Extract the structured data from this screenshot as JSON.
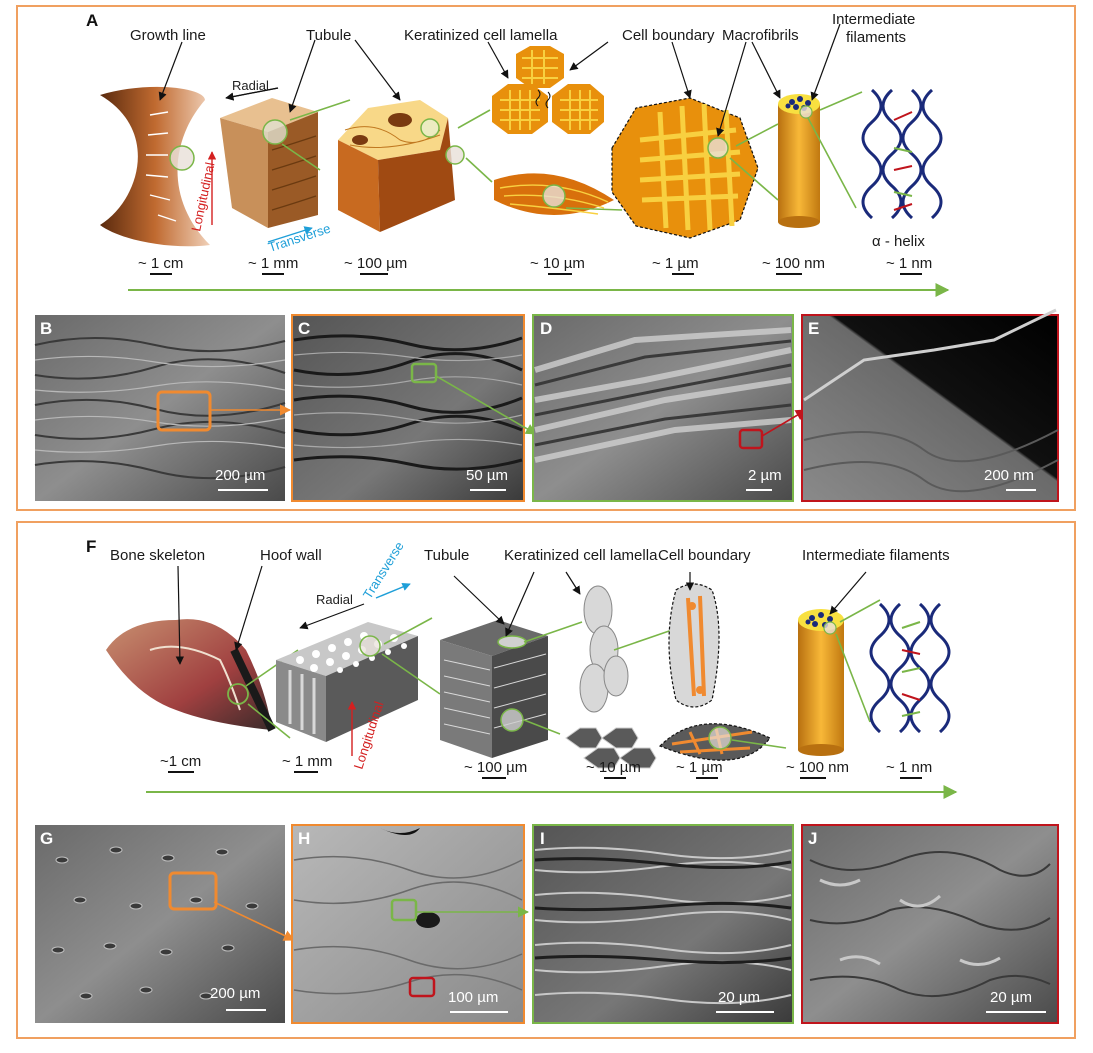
{
  "panelA": {
    "letter": "A",
    "labels": {
      "growth_line": "Growth line",
      "tubule": "Tubule",
      "lamella": "Keratinized cell lamella",
      "cell_boundary": "Cell boundary",
      "macrofibrils": "Macrofibrils",
      "if_line1": "Intermediate",
      "if_line2": "filaments",
      "alpha_helix": "α - helix"
    },
    "axes": {
      "radial": "Radial",
      "longitudinal": "Longitudinal",
      "transverse": "Transverse"
    },
    "scales": [
      "~ 1 cm",
      "~ 1 mm",
      "~ 100 µm",
      "~ 10 µm",
      "~  1 µm",
      "~ 100 nm",
      "~ 1 nm"
    ]
  },
  "sem_top": [
    {
      "letter": "B",
      "scale": "200 µm"
    },
    {
      "letter": "C",
      "scale": "50 µm"
    },
    {
      "letter": "D",
      "scale": "2 µm"
    },
    {
      "letter": "E",
      "scale": "200 nm"
    }
  ],
  "panelF": {
    "letter": "F",
    "labels": {
      "bone_skeleton": "Bone skeleton",
      "hoof_wall": "Hoof wall",
      "tubule": "Tubule",
      "lamella": "Keratinized cell lamella",
      "cell_boundary": "Cell boundary",
      "intermediate_filaments": "Intermediate filaments"
    },
    "axes": {
      "radial": "Radial",
      "longitudinal": "Longitudinal",
      "transverse": "Transverse"
    },
    "scales": [
      "~1 cm",
      "~ 1 mm",
      "~ 100 µm",
      "~ 10 µm",
      "~  1 µm",
      "~ 100 nm",
      "~ 1 nm"
    ]
  },
  "sem_bottom": [
    {
      "letter": "G",
      "scale": "200 µm"
    },
    {
      "letter": "H",
      "scale": "100 µm"
    },
    {
      "letter": "I",
      "scale": "20 µm"
    },
    {
      "letter": "J",
      "scale": "20 µm"
    }
  ],
  "colors": {
    "frame": "#f0a060",
    "green": "#7ab648",
    "orange": "#f08a30",
    "red": "#c0141c",
    "navy": "#1a2a7a",
    "keratin_dark": "#a0521a",
    "keratin_light": "#f5c060"
  }
}
